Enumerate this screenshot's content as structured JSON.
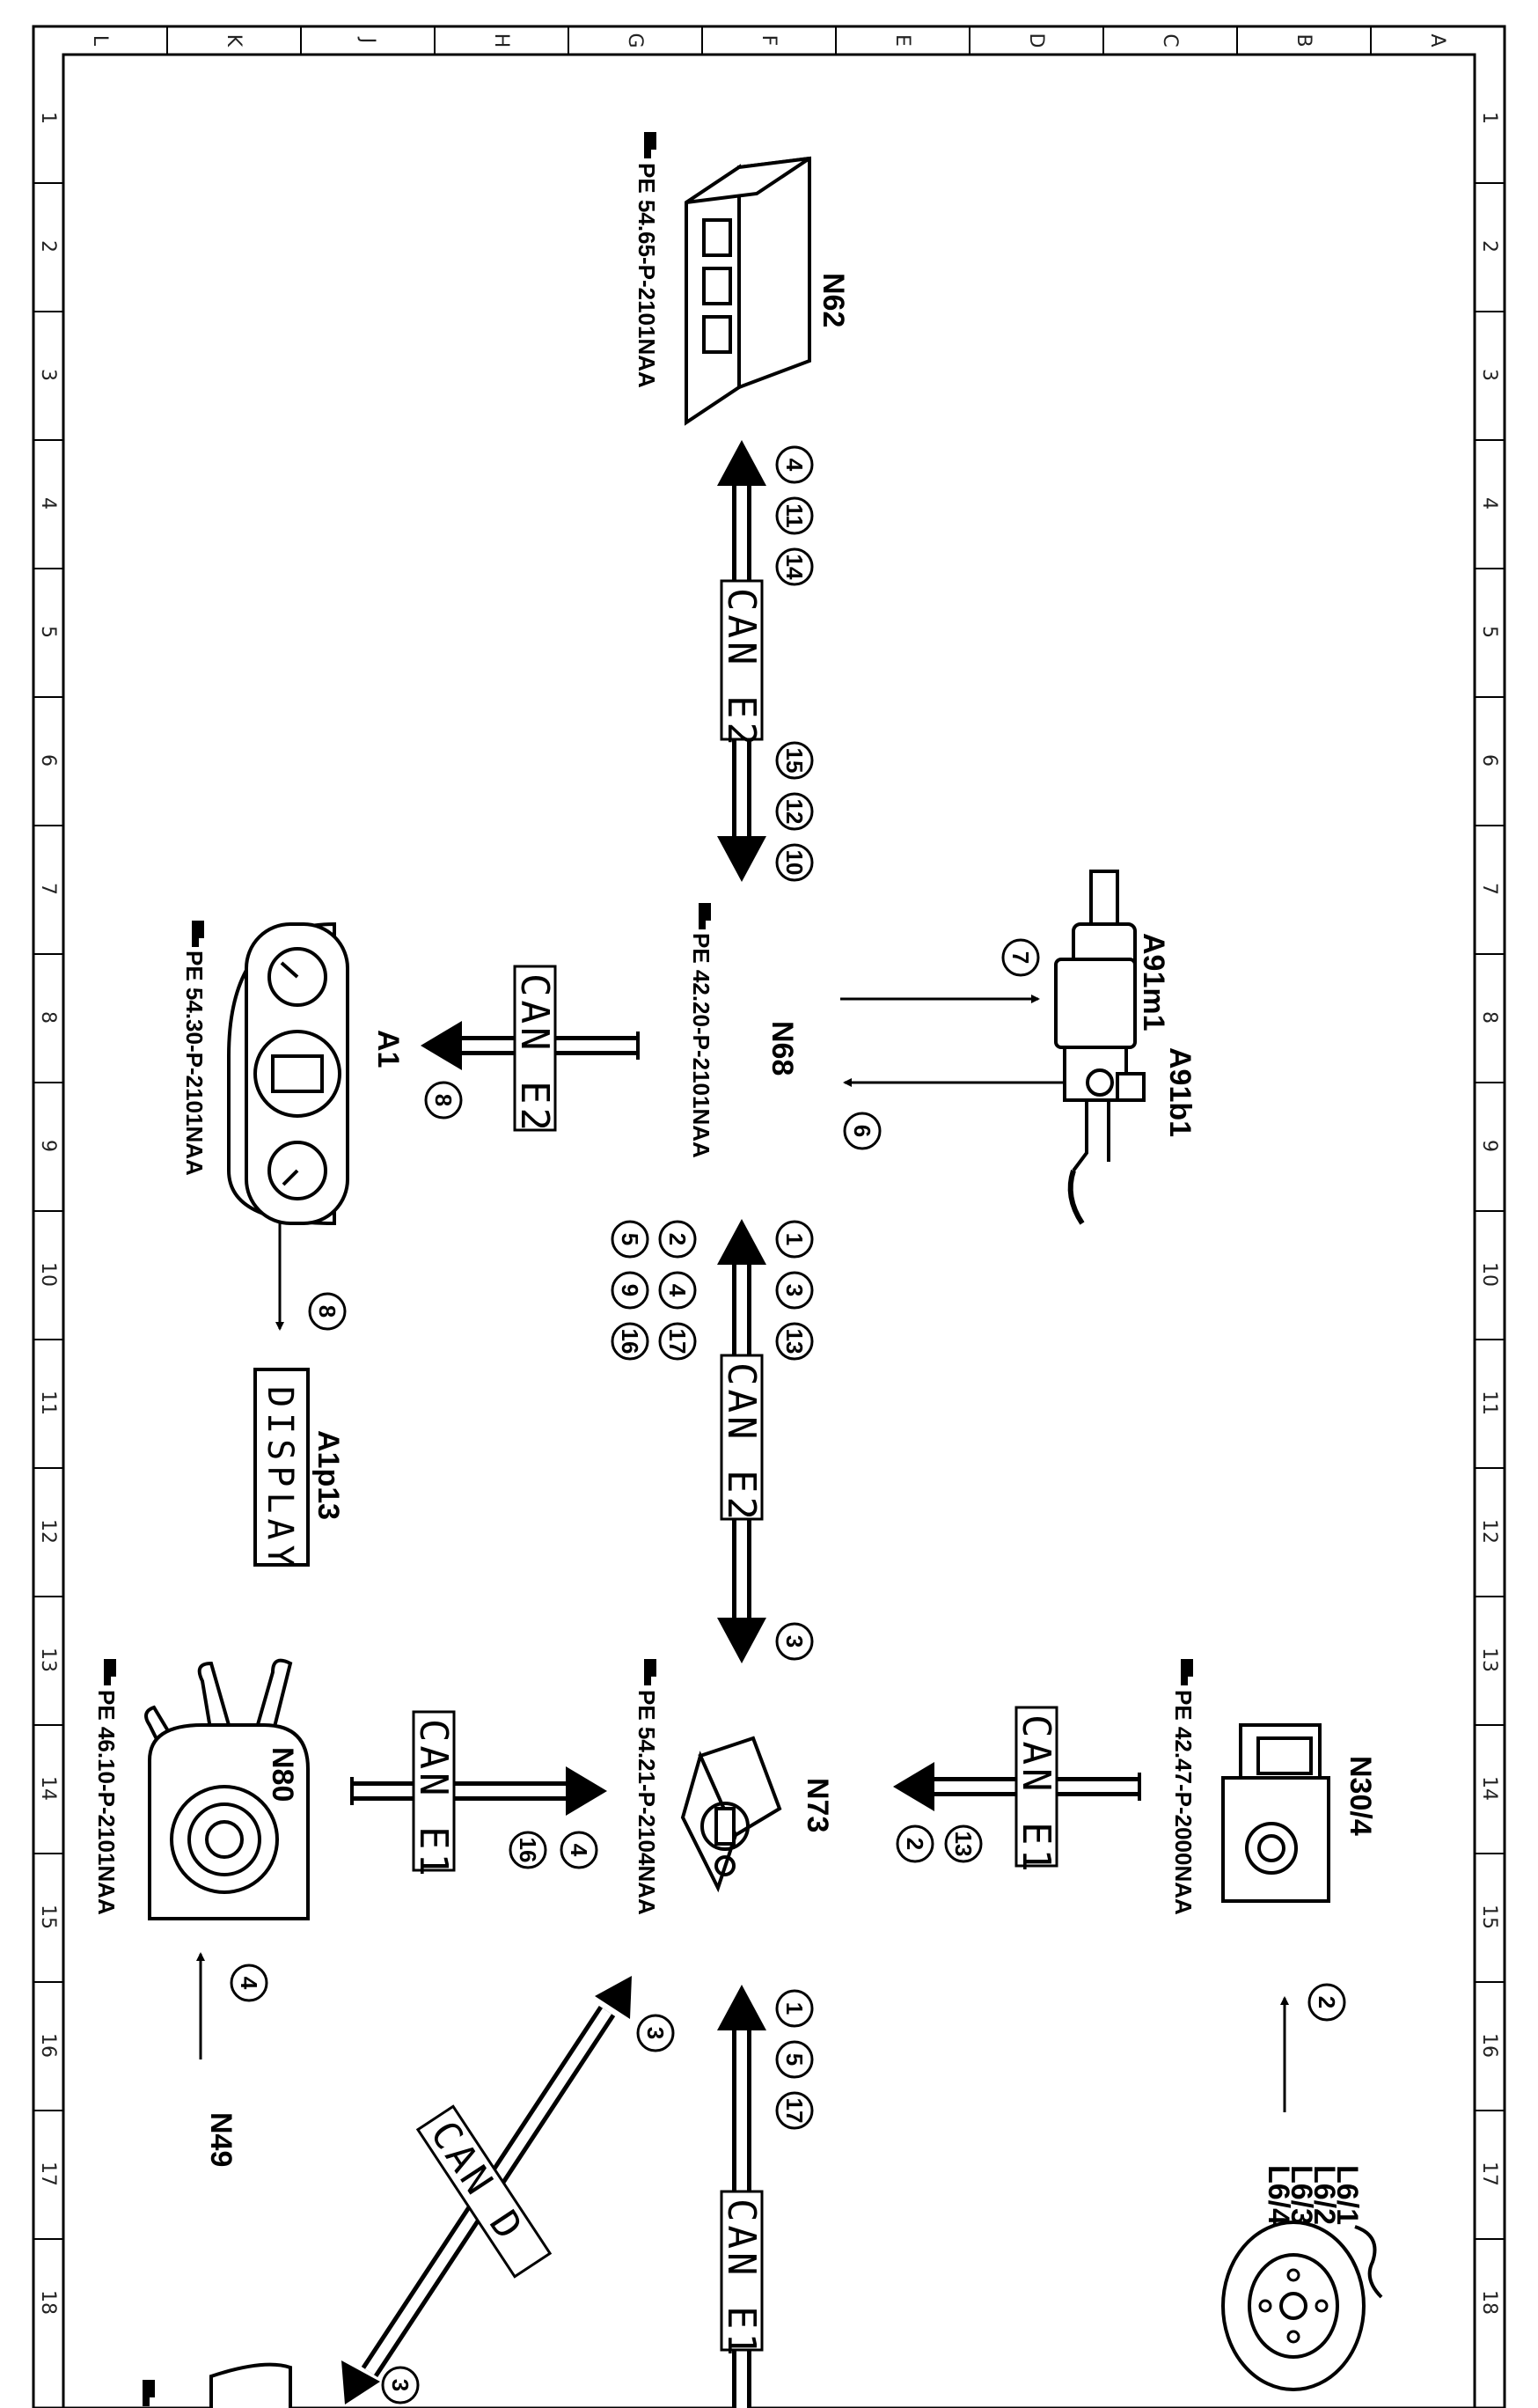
{
  "grid": {
    "columns": [
      "L",
      "K",
      "J",
      "H",
      "G",
      "F",
      "E",
      "D",
      "C",
      "B",
      "A"
    ],
    "rows": [
      "1",
      "2",
      "3",
      "4",
      "5",
      "6",
      "7",
      "8",
      "9",
      "10",
      "11",
      "12",
      "13",
      "14",
      "15",
      "16",
      "17",
      "18"
    ]
  },
  "components": {
    "n62": {
      "label": "N62",
      "ref": "PE 54.65-P-2101NAA"
    },
    "n68": {
      "label": "N68",
      "ref": "PE 42.20-P-2101NAA"
    },
    "a91m1": {
      "label": "A91m1"
    },
    "a91b1": {
      "label": "A91b1"
    },
    "a1": {
      "label": "A1",
      "ref": "PE 54.30-P-2101NAA"
    },
    "a1p13": {
      "label": "A1p13",
      "display_text": "DISPLAY"
    },
    "n73": {
      "label": "N73",
      "ref": "PE 54.21-P-2104NAA"
    },
    "n80": {
      "label": "N80",
      "ref": "PE 46.10-P-2101NAA"
    },
    "n30_4": {
      "label": "N30/4",
      "ref": "PE 42.47-P-2000NAA"
    },
    "n49": {
      "label": "N49"
    },
    "l6": {
      "labels": [
        "L6/1",
        "L6/2",
        "L6/3",
        "L6/4"
      ]
    }
  },
  "buses": {
    "can_e2_top": "CAN E2",
    "can_e2_a1": "CAN E2",
    "can_e2_mid": "CAN E2",
    "can_e1_n30": "CAN E1",
    "can_e1_n80": "CAN E1",
    "can_e1_bottom": "CAN E1",
    "can_d": "CAN D"
  },
  "signals": {
    "n62_a": [
      "4",
      "11",
      "14"
    ],
    "n62_b": [
      "15",
      "12",
      "10"
    ],
    "a91_in": "7",
    "a91_out": "6",
    "a1_in": "8",
    "a1p13_in": "8",
    "mid_a": [
      "1",
      "3",
      "13"
    ],
    "mid_b": [
      "2",
      "4",
      "17"
    ],
    "mid_c": [
      "5",
      "9",
      "16"
    ],
    "mid_end": "3",
    "n30_bus": [
      "13",
      "2"
    ],
    "n80_bus": [
      "4",
      "16"
    ],
    "l6_in": "2",
    "n49_in": "4",
    "bottom": [
      "1",
      "5",
      "17"
    ],
    "can_d_top": "3",
    "can_d_bottom": "3"
  }
}
